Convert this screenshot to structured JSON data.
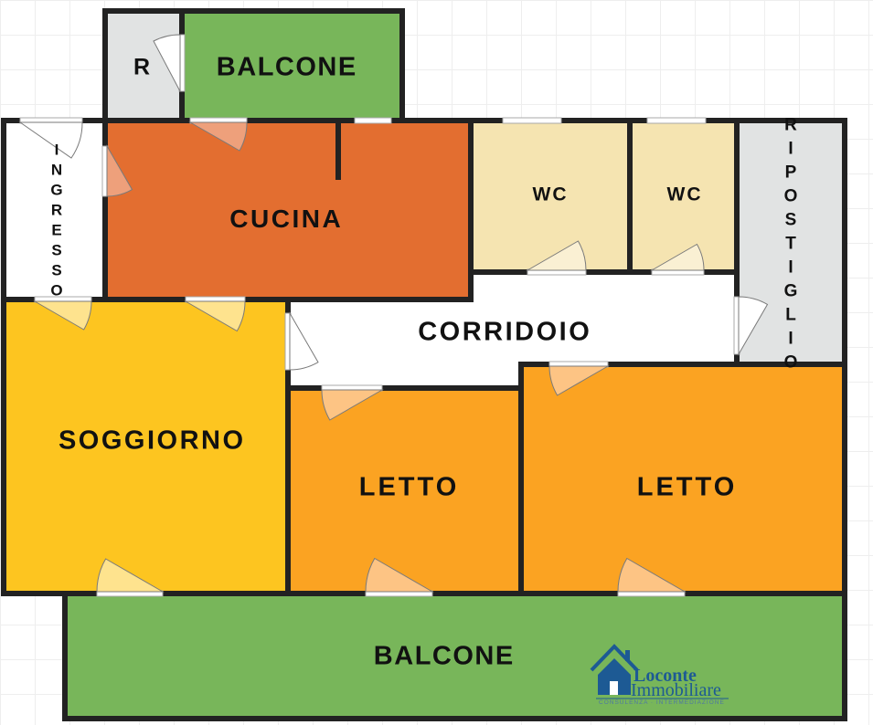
{
  "plan": {
    "rooms": {
      "r": {
        "label": "R"
      },
      "balcone_top": {
        "label": "BALCONE"
      },
      "ingresso": {
        "label": "INGRESSO"
      },
      "cucina": {
        "label": "CUCINA"
      },
      "wc_1": {
        "label": "WC"
      },
      "wc_2": {
        "label": "WC"
      },
      "ripostiglio": {
        "label": "RIPOSTIGLIO"
      },
      "corridoio": {
        "label": "CORRIDOIO"
      },
      "soggiorno": {
        "label": "SOGGIORNO"
      },
      "letto_1": {
        "label": "LETTO"
      },
      "letto_2": {
        "label": "LETTO"
      },
      "balcone_bottom": {
        "label": "BALCONE"
      }
    }
  },
  "colors": {
    "balcony": "#78b65a",
    "storage": "#e1e3e3",
    "entrance": "#ffffff",
    "kitchen": "#e36e30",
    "bathroom": "#f5e4b1",
    "corridor": "#ffffff",
    "living": "#fdc520",
    "bedroom": "#fba322",
    "door_plain": "#ffffff",
    "door_kitchen": "#eea07b",
    "door_bathroom": "#faf0d3",
    "door_living": "#fee38e",
    "door_bedroom": "#fdc484",
    "logo": "#1d5a94"
  },
  "logo": {
    "name": "Loconte",
    "subtitle": "Immobiliare",
    "tagline": "CONSULENZA · INTERMEDIAZIONE"
  }
}
